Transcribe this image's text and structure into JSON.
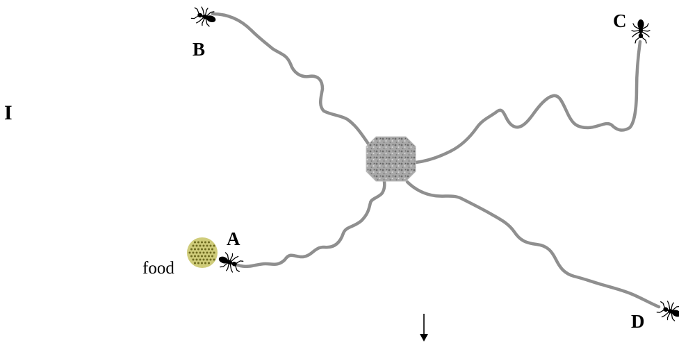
{
  "panel_label": "I",
  "labels": {
    "a": "A",
    "b": "B",
    "c": "C",
    "d": "D",
    "food": "food"
  },
  "colors": {
    "trail": "#8f8f8f",
    "nest": "#a8a8a8",
    "food": "#b9b64c",
    "food_dots": "#6d6a1e",
    "ant": "#000000"
  },
  "icons": {
    "nest": "nest-octagon-icon",
    "food": "food-pile-icon",
    "ant": "ant-icon",
    "arrow": "down-arrow-icon"
  }
}
